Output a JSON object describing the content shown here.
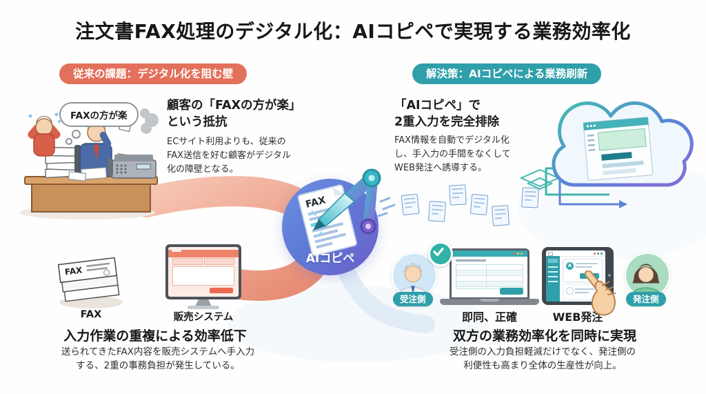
{
  "page": {
    "title": "注文書FAX処理のデジタル化：AIコピペで実現する業務効率化"
  },
  "colors": {
    "problem_accent": "#E3705B",
    "solution_accent": "#2F9FAA",
    "center_circle_blue": "#5F7BD6",
    "center_circle_purple": "#6C5ECB",
    "swoosh_salmon": "#EFA189",
    "check_green": "#2FB3A6",
    "document_blue": "#6B9BD2",
    "text_dark": "#171717"
  },
  "problem": {
    "badge": "従来の課題：デジタル化を阻む壁",
    "thought_bubble": "FAXの方が楽",
    "resistance": {
      "heading": "顧客の「FAXの方が楽」\nという抵抗",
      "body": "ECサイト利用よりも、従来の\nFAX送信を好む顧客がデジタル\n化の障壁となる。"
    },
    "fax_stack_label": "FAX",
    "sales_system_label": "販売システム",
    "duplication": {
      "heading": "入力作業の重複による効率低下",
      "body": "送られてきたFAX内容を販売システムへ手入力\nする、2重の事務負担が発生している。"
    }
  },
  "center": {
    "circle_label": "AIコピペ",
    "fax_doc_label": "FAX"
  },
  "solution": {
    "badge": "解決策：AIコピペによる業務刷新",
    "elimination": {
      "heading": "「AIコピペ」で\n2重入力を完全排除",
      "body": "FAX情報を自動でデジタル化\nし、手入力の手間をなくして\nWEB発注へ誘導する。"
    },
    "receiver_badge": "受注側",
    "laptop_label": "即同、正確",
    "tablet_label": "WEB発注",
    "orderer_badge": "発注側",
    "both_sides": {
      "heading": "双方の業務効率化を同時に実現",
      "body": "受注側の入力負担軽減だけでなく、発注側の\n利便性も高まり全体の生産性が向上。"
    }
  }
}
